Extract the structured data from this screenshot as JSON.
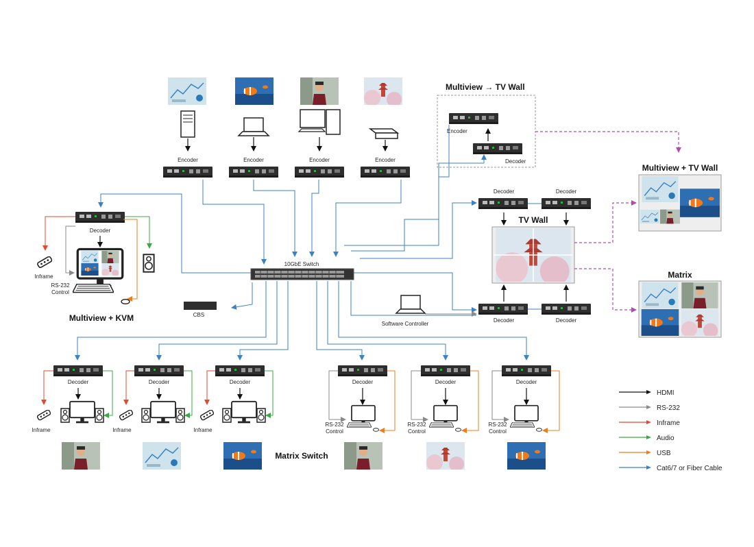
{
  "titles": {
    "multiview_tvwall": "Multiview → TV Wall",
    "multiview_plus_tvwall": "Multiview + TV Wall",
    "tv_wall": "TV Wall",
    "matrix": "Matrix",
    "multiview_kvm": "Multiview + KVM",
    "matrix_switch": "Matrix Switch"
  },
  "labels": {
    "encoder": "Encoder",
    "decoder": "Decoder",
    "switch": "10GbE Switch",
    "cbs": "CBS",
    "software_controller": "Software Controller",
    "inframe": "Inframe",
    "rs232_line1": "RS-232",
    "rs232_line2": "Control"
  },
  "legend": [
    {
      "label": "HDMI",
      "color": "#111111"
    },
    {
      "label": "RS-232",
      "color": "#8a8a8a"
    },
    {
      "label": "Inframe",
      "color": "#e04a2f"
    },
    {
      "label": "Audio",
      "color": "#3aa845"
    },
    {
      "label": "USB",
      "color": "#ee7d1f"
    },
    {
      "label": "Cat6/7 or Fiber Cable",
      "color": "#3b82c4"
    }
  ],
  "colors": {
    "hdmi": "#111111",
    "rs232": "#8a8a8a",
    "inframe": "#e04a2f",
    "audio": "#3aa845",
    "usb": "#ee7d1f",
    "cat6": "#3b82c4",
    "dashed": "#b04cb0",
    "device": "#2e2e2e"
  },
  "icons": [
    "server-icon",
    "laptop-icon",
    "desktop-pc-icon",
    "media-player-icon",
    "remote-icon",
    "speaker-icon",
    "monitor-icon",
    "keyboard-icon",
    "mouse-icon",
    "encoder-box-icon",
    "decoder-box-icon",
    "network-switch-icon"
  ]
}
